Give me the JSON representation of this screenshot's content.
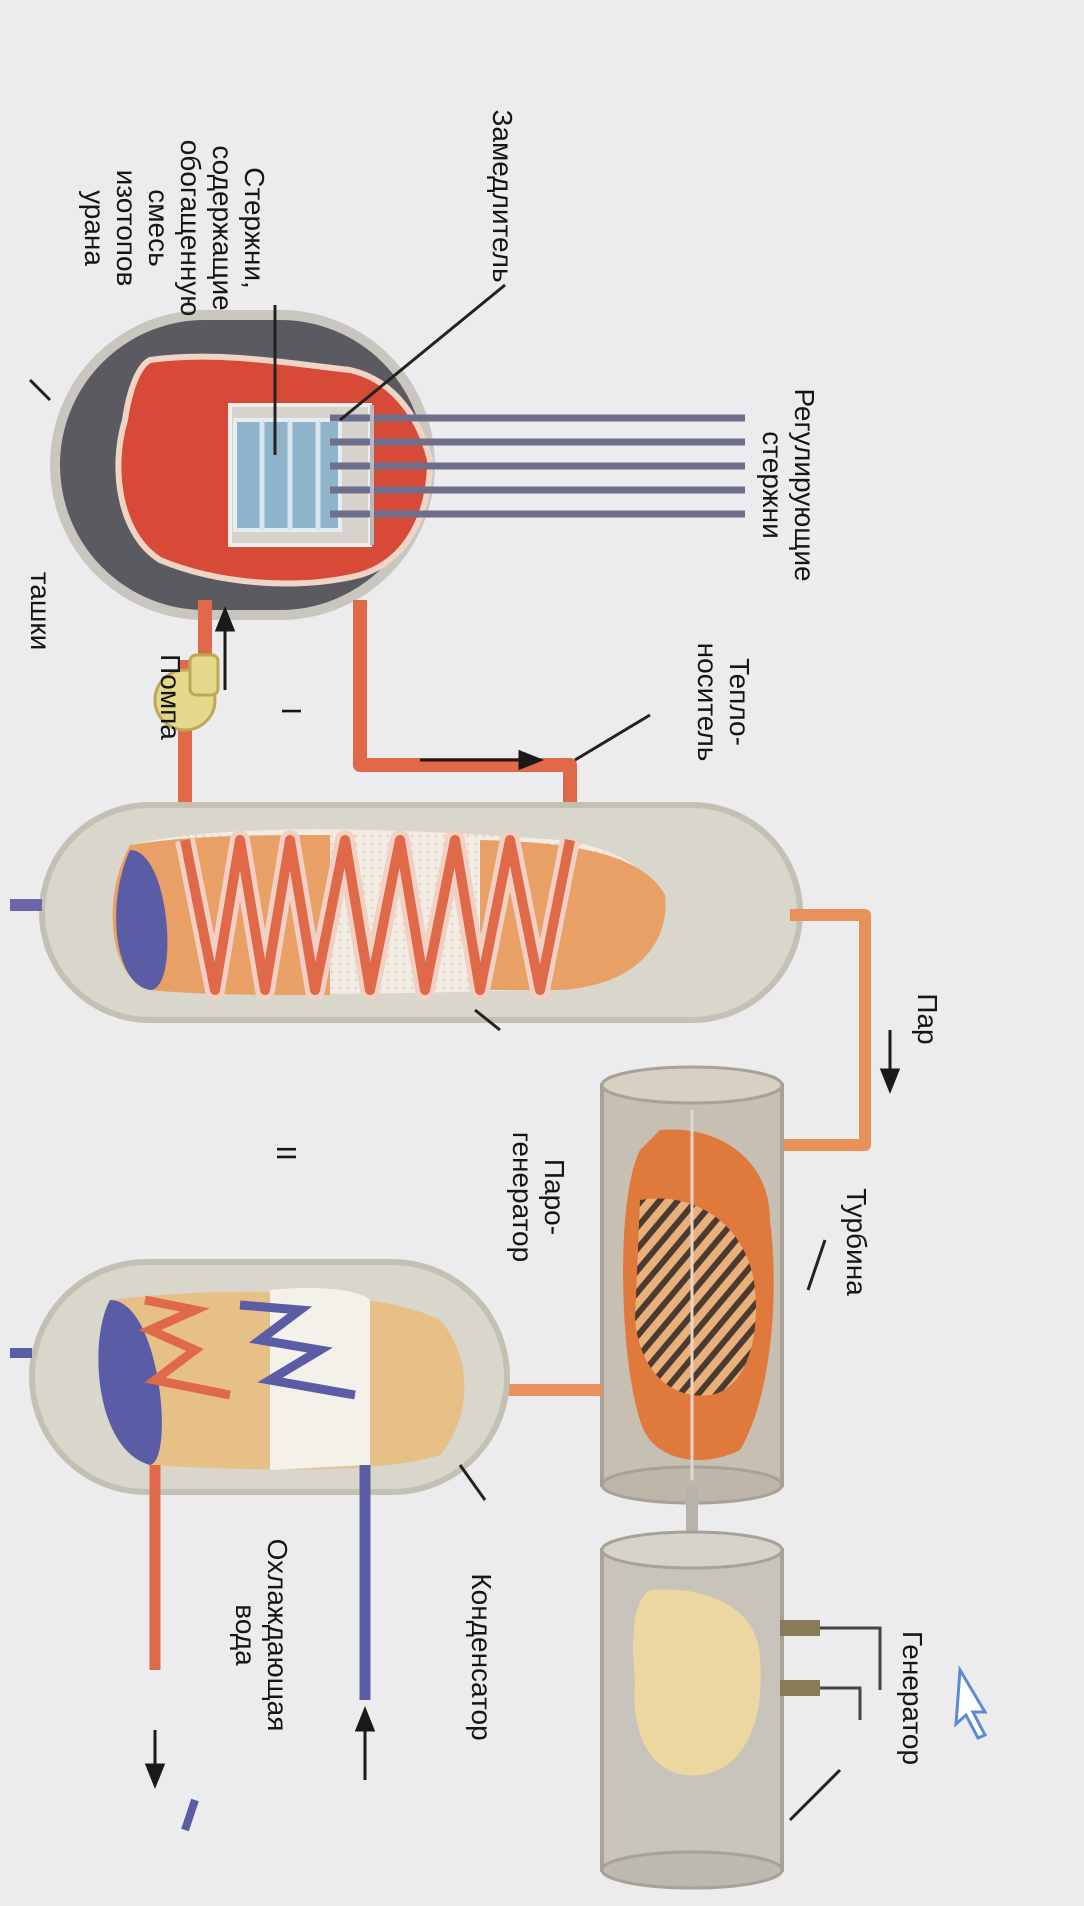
{
  "labels": {
    "control_rods": "Регулирующие\nстержни",
    "moderator": "Замедлитель",
    "fuel_rods": "Стержни,\nсодержащие\nобогащенную\nсмесь\nизотопов\nурана",
    "coolant": "Тепло-\nноситель",
    "pump": "Помпа",
    "steam": "Пар",
    "steam_generator": "Паро-\nгенератор",
    "turbine": "Турбина",
    "generator": "Генератор",
    "condenser": "Конденсатор",
    "cooling_water": "Охлаждающая\nвода",
    "circuit_1": "I",
    "circuit_2": "II",
    "cut_text": "ташки"
  },
  "colors": {
    "primary_pipe": "#e0694a",
    "secondary_pipe": "#e8915a",
    "cold_water": "#6b66a8",
    "vessel_grey": "#5b5a60",
    "vessel_shell": "#d9d6cc",
    "core_hot": "#d84a38",
    "pump": "#e4d98a"
  },
  "icons": {
    "cursor": "cursor-arrow-icon"
  }
}
